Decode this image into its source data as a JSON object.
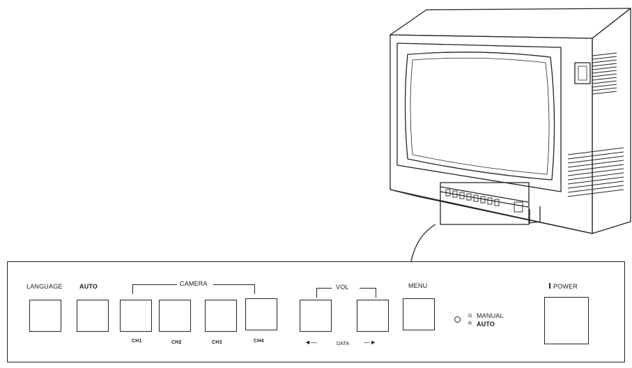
{
  "panel": {
    "language_label": "LANGUAGE",
    "auto_label": "AUTO",
    "camera_label": "CAMERA",
    "channels": [
      "CH1",
      "CH2",
      "CH3",
      "CH4"
    ],
    "vol_label": "VOL",
    "data_label": "DATA",
    "data_left_arrow": "◄—",
    "data_right_arrow": "—►",
    "menu_label": "MENU",
    "led_indicator": {
      "g_label": "G",
      "r_label": "R",
      "manual_label": "MANUAL",
      "auto_label": "AUTO"
    },
    "power_label": "POWER"
  }
}
